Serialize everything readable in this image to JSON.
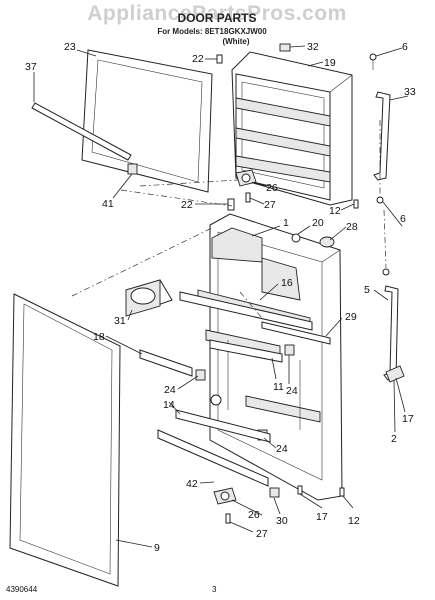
{
  "watermark": "AppliancePartsPros.com",
  "title": "DOOR PARTS",
  "subtitle_model": "For Models: 8ET18GKXJW00",
  "subtitle_color": "(White)",
  "doc_number": "4390644",
  "page_number": "3",
  "callouts": {
    "c23": "23",
    "c22a": "22",
    "c32": "32",
    "c6a": "6",
    "c37": "37",
    "c19": "19",
    "c33": "33",
    "c26a": "26",
    "c41": "41",
    "c22b": "22",
    "c27a": "27",
    "c12a": "12",
    "c6b": "6",
    "c1": "1",
    "c20": "20",
    "c28": "28",
    "c16": "16",
    "c5": "5",
    "c31": "31",
    "c29": "29",
    "c18": "18",
    "c11": "11",
    "c24a": "24",
    "c24b": "24",
    "c17a": "17",
    "c14": "14",
    "c2": "2",
    "c24c": "24",
    "c42": "42",
    "c26b": "26",
    "c17b": "17",
    "c12b": "12",
    "c30": "30",
    "c27b": "27",
    "c9": "9"
  }
}
